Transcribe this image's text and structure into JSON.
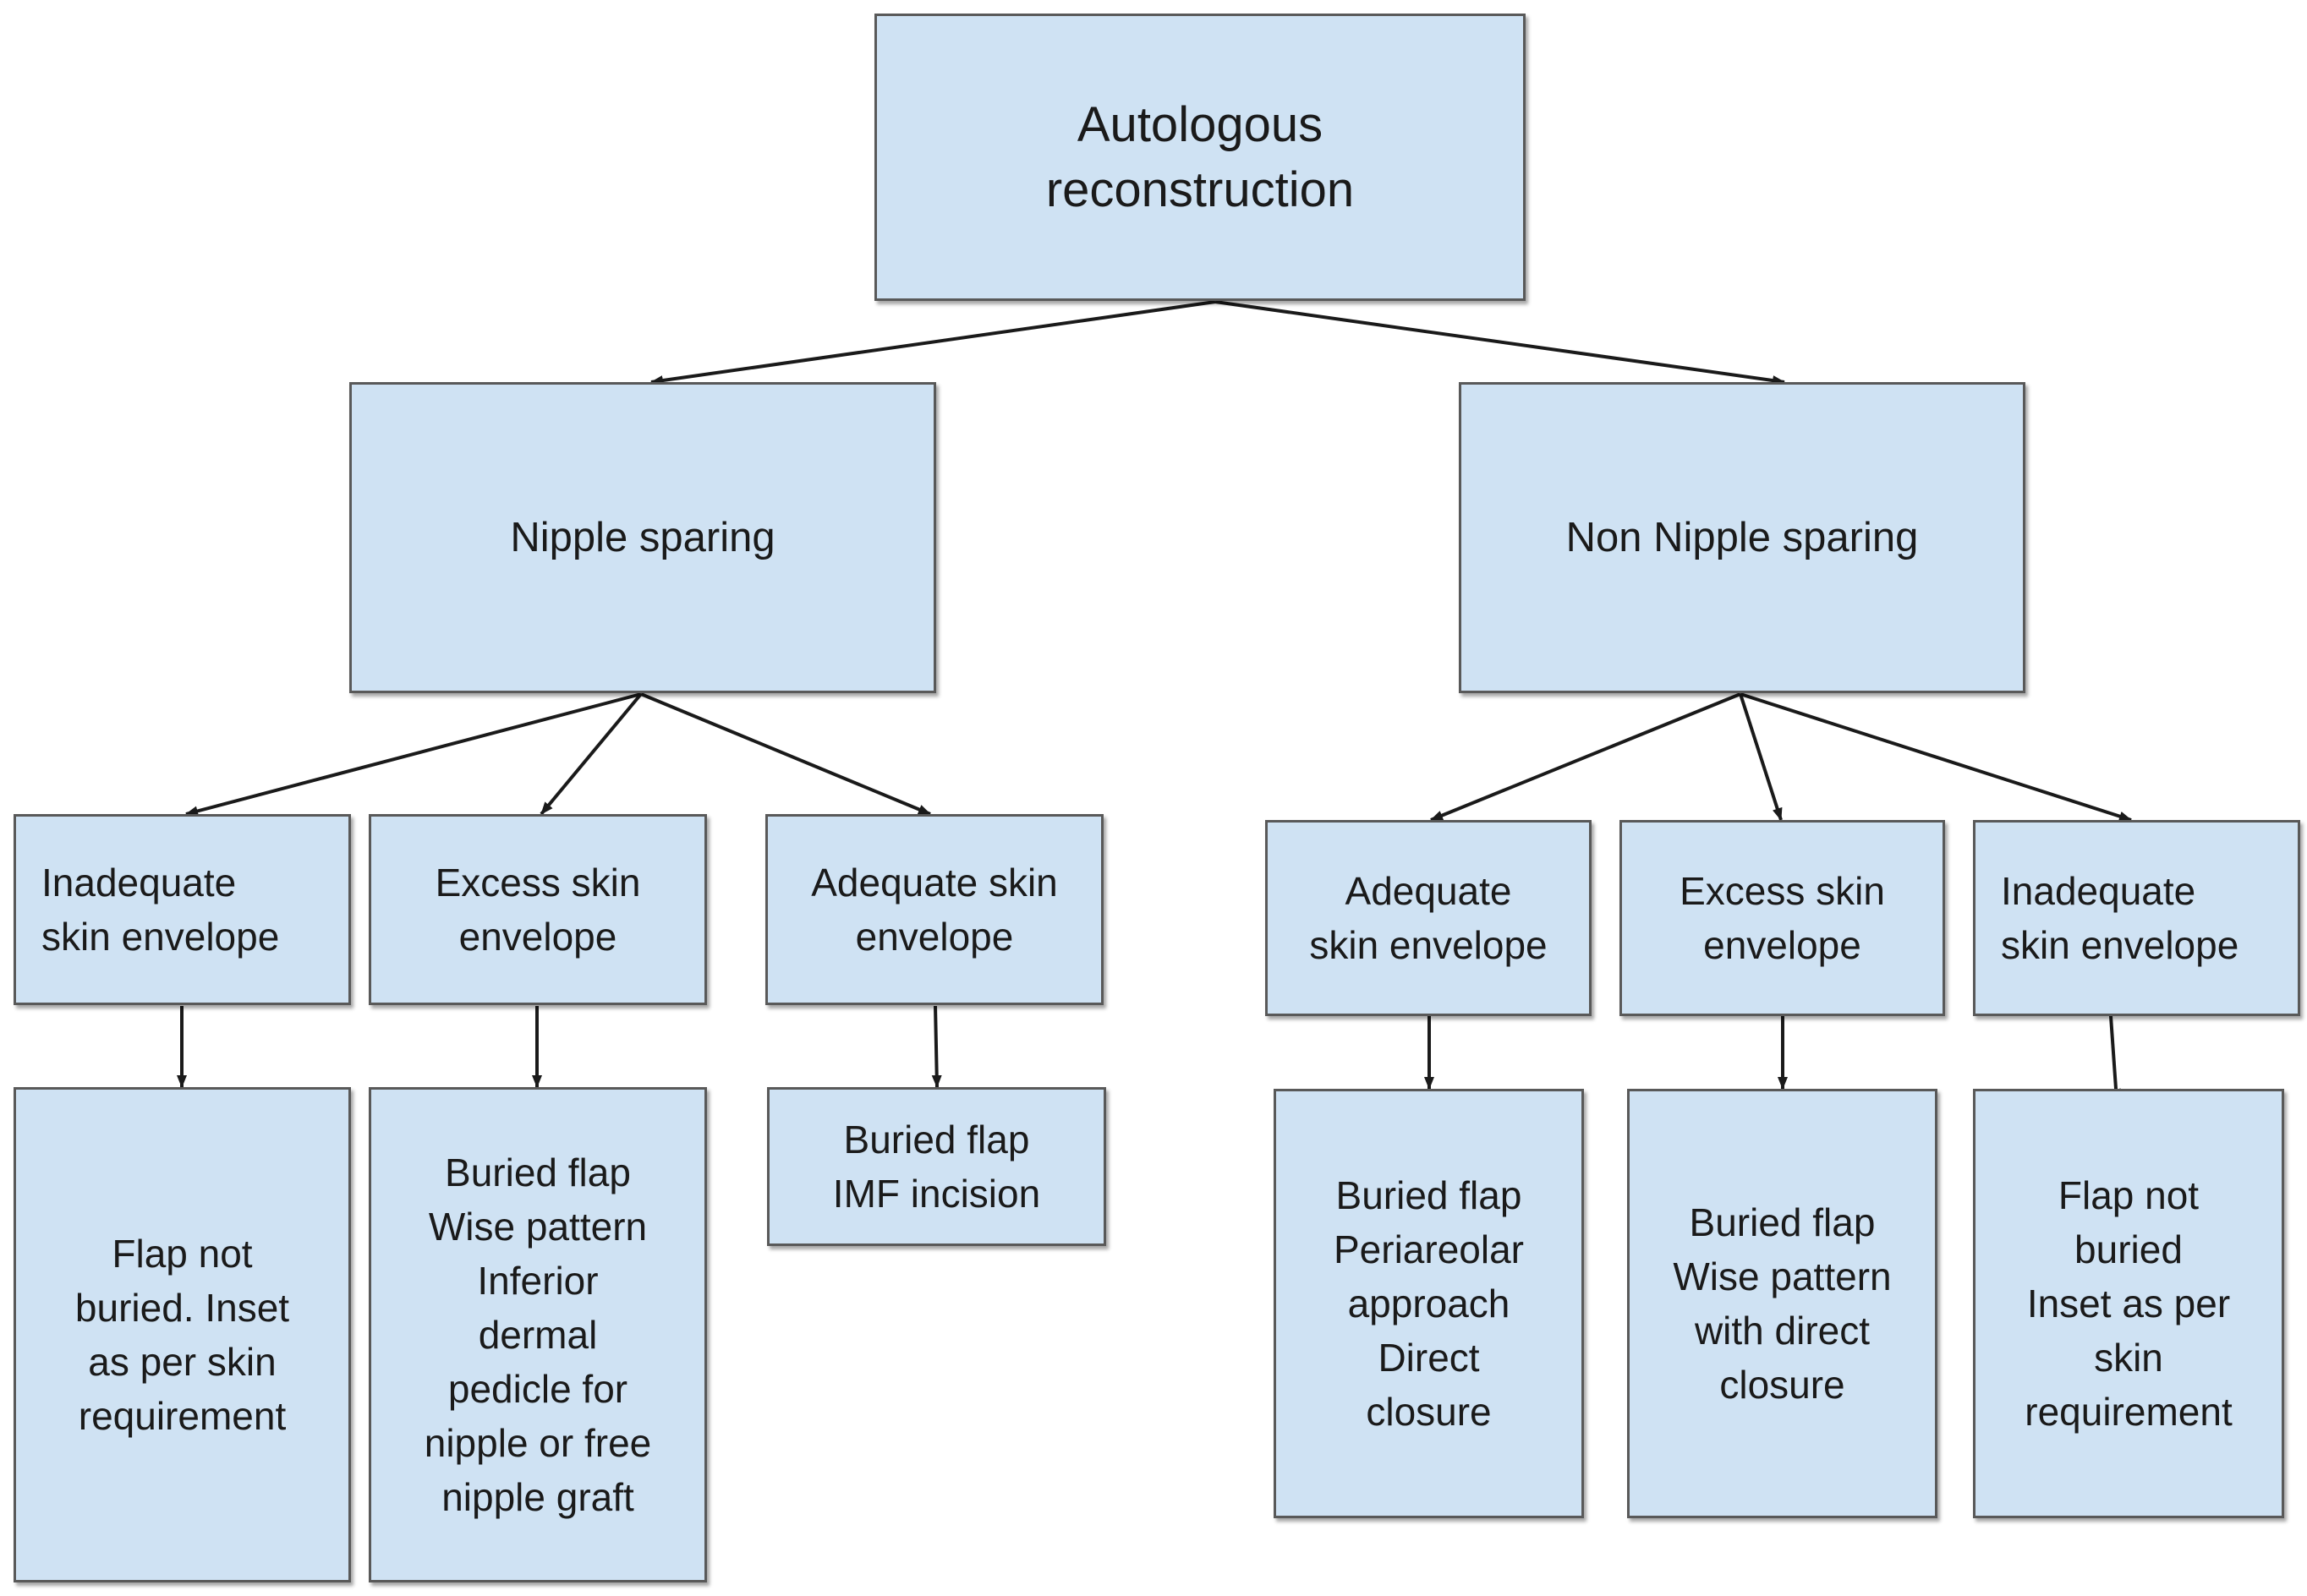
{
  "diagram": {
    "root": {
      "label": "Autologous\nreconstruction"
    },
    "nipple_sparing": {
      "label": "Nipple sparing",
      "inadequate": {
        "label": "Inadequate\nskin envelope",
        "outcome": "Flap not\nburied. Inset\nas per skin\nrequirement"
      },
      "excess": {
        "label": "Excess skin\nenvelope",
        "outcome": "Buried flap\nWise pattern\nInferior\ndermal\npedicle for\nnipple or free\nnipple graft"
      },
      "adequate": {
        "label": "Adequate skin\nenvelope",
        "outcome": "Buried flap\nIMF incision"
      }
    },
    "non_nipple_sparing": {
      "label": "Non Nipple sparing",
      "adequate": {
        "label": "Adequate\nskin envelope",
        "outcome": "Buried flap\nPeriareolar\napproach\nDirect\nclosure"
      },
      "excess": {
        "label": "Excess skin\nenvelope",
        "outcome": "Buried flap\nWise pattern\nwith direct\nclosure"
      },
      "inadequate": {
        "label": "Inadequate\nskin envelope",
        "outcome": "Flap not\nburied\nInset as per\nskin\nrequirement"
      }
    },
    "colors": {
      "box_fill": "#cfe2f3",
      "box_border": "#595959",
      "arrow": "#1a1a1a",
      "text": "#1a1a1a"
    }
  }
}
